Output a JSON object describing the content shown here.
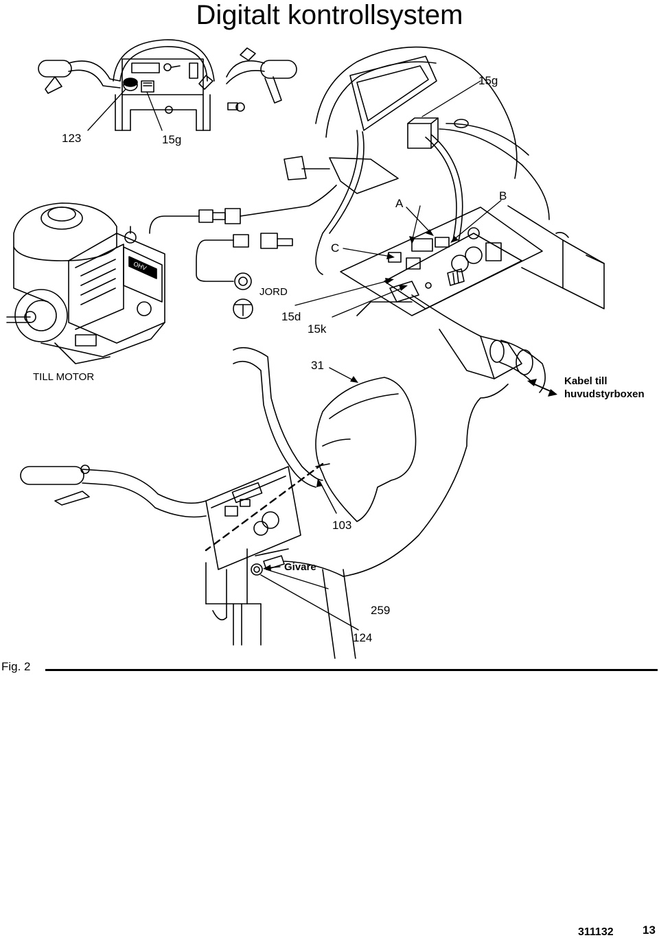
{
  "page": {
    "title": "Digitalt kontrollsystem",
    "figure_label": "Fig. 2",
    "doc_number": "311132",
    "page_number": "13"
  },
  "callouts": {
    "c123": "123",
    "c15g_top": "15g",
    "c15g_bottom": "15g",
    "cA": "A",
    "cB": "B",
    "cC": "C",
    "jord": "JORD",
    "c15d": "15d",
    "c15k": "15k",
    "till_motor": "TILL MOTOR",
    "c31": "31",
    "kabel_line1": "Kabel till",
    "kabel_line2": "huvudstyrboxen",
    "c103": "103",
    "givare": "Givare",
    "c259": "259",
    "c124": "124"
  },
  "engine_marks": {
    "brand_mark": "OHV"
  }
}
